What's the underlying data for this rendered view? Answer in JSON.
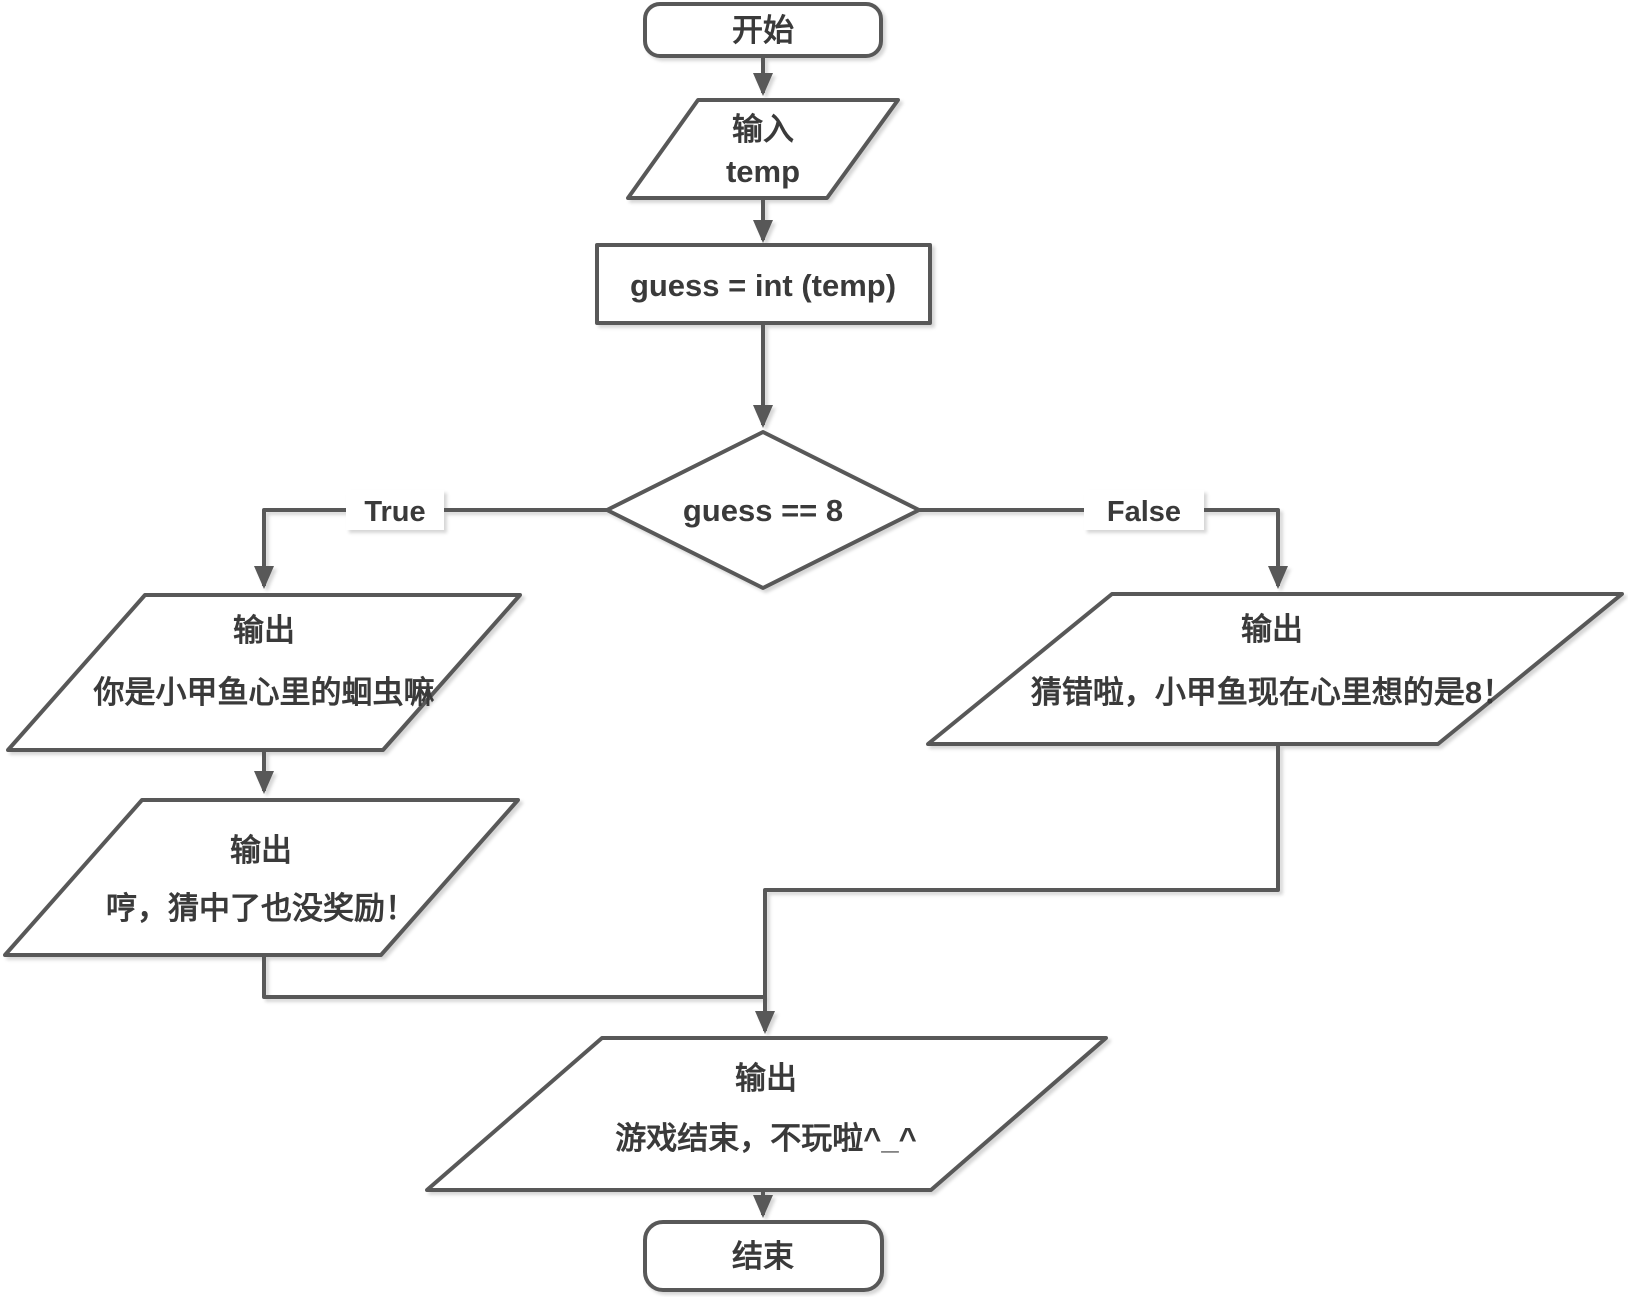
{
  "diagram": {
    "type": "flowchart",
    "background_color": "#ffffff",
    "stroke_color": "#595959",
    "text_color": "#3a3a3a",
    "nodes": {
      "start": {
        "shape": "terminator",
        "label": "开始"
      },
      "input_temp": {
        "shape": "parallelogram-io",
        "line1": "输入",
        "line2": "temp"
      },
      "assign_guess": {
        "shape": "process",
        "label": "guess = int (temp)"
      },
      "decision_guess": {
        "shape": "decision",
        "label": "guess == 8"
      },
      "output_true_1": {
        "shape": "parallelogram-io",
        "line1": "输出",
        "line2": "你是小甲鱼心里的蛔虫嘛"
      },
      "output_true_2": {
        "shape": "parallelogram-io",
        "line1": "输出",
        "line2": "哼，猜中了也没奖励！"
      },
      "output_false": {
        "shape": "parallelogram-io",
        "line1": "输出",
        "line2": "猜错啦，小甲鱼现在心里想的是8！"
      },
      "output_end": {
        "shape": "parallelogram-io",
        "line1": "输出",
        "line2": "游戏结束，不玩啦^_^"
      },
      "end": {
        "shape": "terminator",
        "label": "结束"
      }
    },
    "edges": {
      "true_label": "True",
      "false_label": "False"
    }
  }
}
